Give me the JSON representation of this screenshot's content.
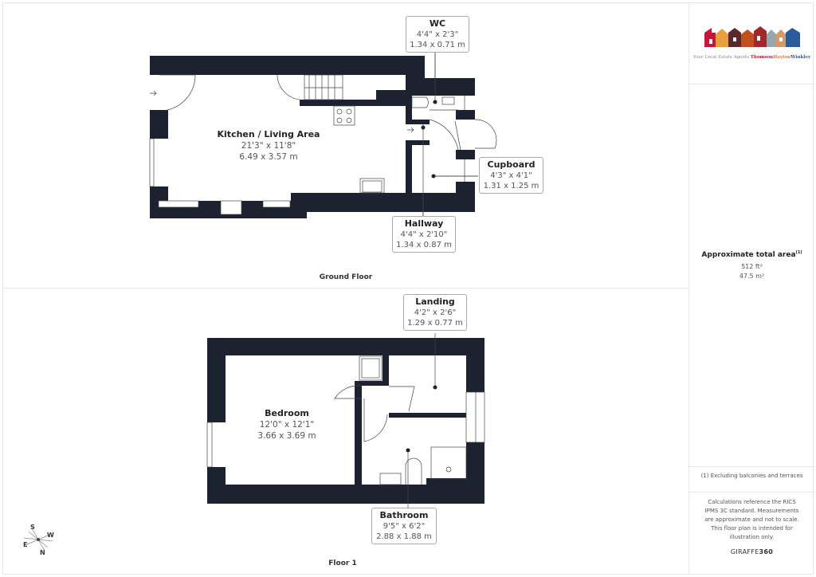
{
  "ground_floor": {
    "title": "Ground Floor",
    "rooms": {
      "kitchen": {
        "name": "Kitchen / Living Area",
        "imperial": "21'3\" x 11'8\"",
        "metric": "6.49 x 3.57 m"
      },
      "wc": {
        "name": "WC",
        "imperial": "4'4\" x 2'3\"",
        "metric": "1.34 x 0.71 m"
      },
      "cupboard": {
        "name": "Cupboard",
        "imperial": "4'3\" x 4'1\"",
        "metric": "1.31 x 1.25 m"
      },
      "hallway": {
        "name": "Hallway",
        "imperial": "4'4\" x 2'10\"",
        "metric": "1.34 x 0.87 m"
      }
    }
  },
  "first_floor": {
    "title": "Floor 1",
    "rooms": {
      "landing": {
        "name": "Landing",
        "imperial": "4'2\" x 2'6\"",
        "metric": "1.29 x 0.77 m"
      },
      "bedroom": {
        "name": "Bedroom",
        "imperial": "12'0\" x 12'1\"",
        "metric": "3.66 x 3.69 m"
      },
      "bathroom": {
        "name": "Bathroom",
        "imperial": "9'5\" x 6'2\"",
        "metric": "2.88 x 1.88 m"
      }
    }
  },
  "compass": {
    "s": "S",
    "w": "W",
    "e": "E",
    "n": "N"
  },
  "side_panel": {
    "logo": {
      "tagline": "Your Local Estate Agents",
      "brand_1": "Thomson",
      "brand_2": "Hayton",
      "brand_3": "Winkley",
      "house_colors": [
        "#c8143c",
        "#e0553a",
        "#e6a040",
        "#5a2a2a",
        "#b89a80",
        "#c0501e",
        "#a0282a",
        "#9aa6ac",
        "#d49a6a",
        "#7a94b4",
        "#9a1e1e",
        "#8a7a70",
        "#2a5c9a"
      ]
    },
    "total_area": {
      "title": "Approximate total area",
      "footnote_mark": "(1)",
      "sqft": "512 ft²",
      "sqm": "47.5 m²"
    },
    "exclusion_note": "(1) Excluding balconies and terraces",
    "disclaimer": "Calculations reference the RICS IPMS 3C standard. Measurements are approximate and not to scale. This floor plan is intended for illustration only.",
    "brand_light": "GIRAFFE",
    "brand_bold": "360"
  },
  "colors": {
    "wall": "#1c2230",
    "line": "#444444",
    "border": "#e6e6e6"
  }
}
